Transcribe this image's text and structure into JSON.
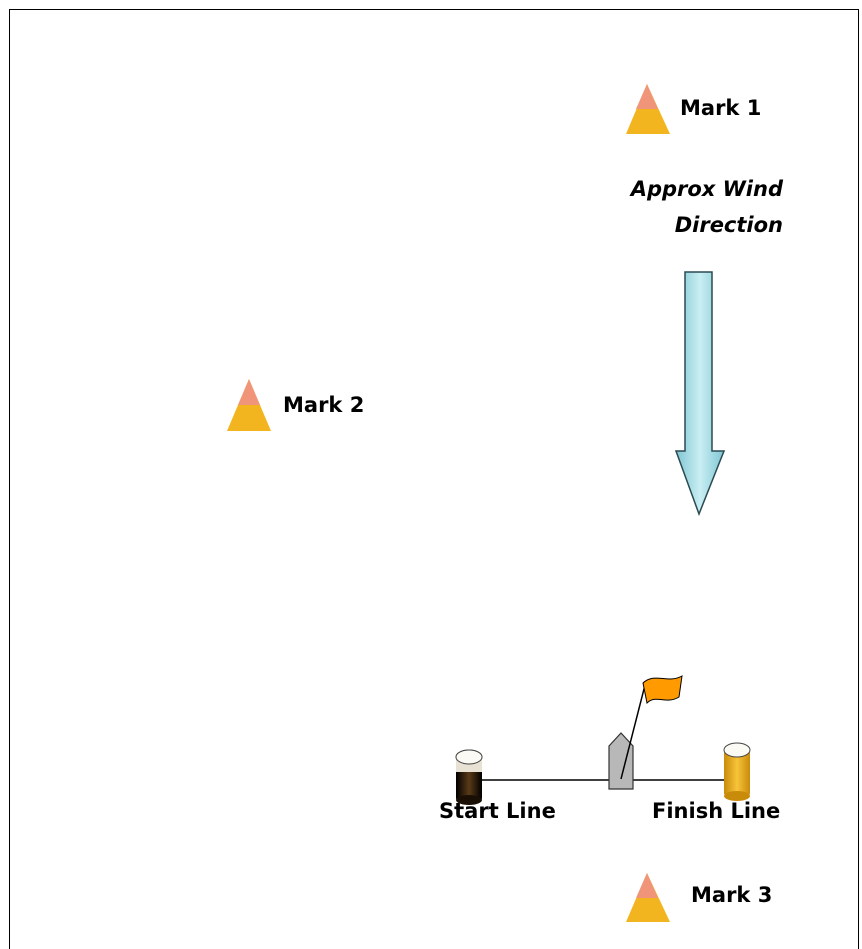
{
  "labels": {
    "mark1": "Mark 1",
    "mark2": "Mark 2",
    "mark3": "Mark 3",
    "wind_line1": "Approx Wind",
    "wind_line2": "Direction",
    "start_line": "Start Line",
    "finish_line": "Finish Line"
  },
  "icons": {
    "mark_buoy": "cone-buoy-icon",
    "start_buoy": "cylinder-buoy-icon",
    "finish_buoy": "cylinder-buoy-icon",
    "committee_boat": "boat-icon",
    "flag": "flag-icon",
    "wind_arrow": "down-arrow-icon"
  },
  "colors": {
    "cone_top": "#f0957a",
    "cone_bottom": "#f2b51f",
    "arrow_fill": "#a9dfe7",
    "arrow_stroke": "#2b4a52",
    "flag": "#ff9a00",
    "start_buoy": "#2b1a0a",
    "finish_buoy": "#f2b51f",
    "boat": "#b8b8b8"
  }
}
